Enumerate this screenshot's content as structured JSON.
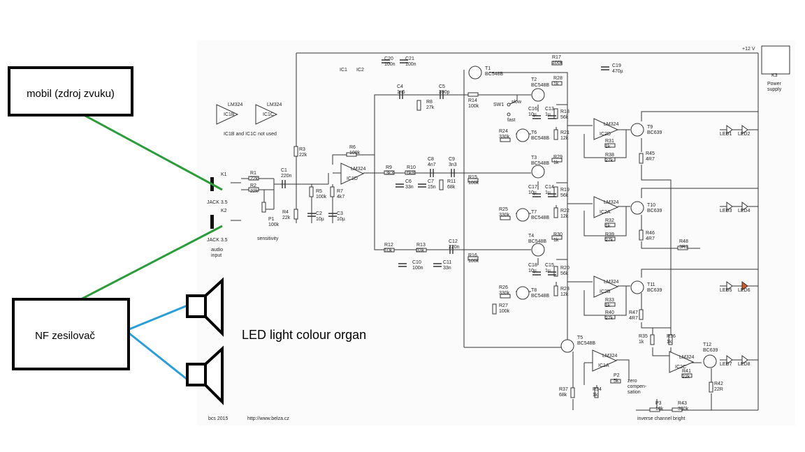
{
  "annotations": {
    "source_box": "mobil (zdroj zvuku)",
    "amp_box": "NF zesilovač",
    "caption": "LED light colour organ",
    "wire_green": "#2a9d3a",
    "wire_blue": "#2a9ed8"
  },
  "schematic": {
    "footer_left": "bcs 2015",
    "footer_url": "http://www.belza.cz",
    "supply": "+12 V",
    "power_supply": [
      "Power",
      "supply"
    ],
    "k3": "K3",
    "unused_note": "IC1B and IC1C not used",
    "audio_input": [
      "audio",
      "input"
    ],
    "jack1": "JACK 3.5",
    "jack2": "JACK 3.5",
    "sensitivity": "sensitivity",
    "sw_slow": "slow",
    "sw_fast": "fast",
    "sw1": "SW1",
    "zero_comp": [
      "zero",
      "compen-",
      "sation"
    ],
    "inverse": "inverse channel bright",
    "leds": [
      "LED1",
      "LED2",
      "LED3",
      "LED4",
      "LED5",
      "LED6",
      "LED7",
      "LED8"
    ],
    "opamps": [
      {
        "name": "IC1B",
        "type": "LM324"
      },
      {
        "name": "IC1C",
        "type": "LM324"
      },
      {
        "name": "IC1D",
        "type": "LM324"
      },
      {
        "name": "IC2D",
        "type": "LM324"
      },
      {
        "name": "IC2A",
        "type": "LM324"
      },
      {
        "name": "IC2B",
        "type": "LM324"
      },
      {
        "name": "IC1A",
        "type": "LM324"
      },
      {
        "name": "IC2C",
        "type": "LM324"
      }
    ],
    "transistors": [
      {
        "name": "T1",
        "type": "BC548B"
      },
      {
        "name": "T2",
        "type": "BC548B"
      },
      {
        "name": "T6",
        "type": "BC548B"
      },
      {
        "name": "T3",
        "type": "BC548B"
      },
      {
        "name": "T7",
        "type": "BC548B"
      },
      {
        "name": "T4",
        "type": "BC548B"
      },
      {
        "name": "T8",
        "type": "BC548B"
      },
      {
        "name": "T5",
        "type": "BC548B"
      },
      {
        "name": "T9",
        "type": "BC639"
      },
      {
        "name": "T10",
        "type": "BC639"
      },
      {
        "name": "T11",
        "type": "BC639"
      },
      {
        "name": "T12",
        "type": "BC639"
      }
    ],
    "components": [
      [
        "K1",
        ""
      ],
      [
        "K2",
        ""
      ],
      [
        "R1",
        "22k"
      ],
      [
        "R2",
        "22k"
      ],
      [
        "P1",
        "100k"
      ],
      [
        "C1",
        "220n"
      ],
      [
        "R3",
        "22k"
      ],
      [
        "R4",
        "22k"
      ],
      [
        "R5",
        "100k"
      ],
      [
        "C2",
        "10µ"
      ],
      [
        "R7",
        "4k7"
      ],
      [
        "C3",
        "10µ"
      ],
      [
        "R6",
        "100k"
      ],
      [
        "C4",
        "1n5"
      ],
      [
        "C5",
        "390p"
      ],
      [
        "R8",
        "27k"
      ],
      [
        "R14",
        "100k"
      ],
      [
        "R9",
        "3k3"
      ],
      [
        "R10",
        "6k8"
      ],
      [
        "C8",
        "4n7"
      ],
      [
        "C9",
        "3n3"
      ],
      [
        "C6",
        "33n"
      ],
      [
        "C7",
        "15n"
      ],
      [
        "R11",
        "68k"
      ],
      [
        "R15",
        "100k"
      ],
      [
        "R12",
        "10k"
      ],
      [
        "R13",
        "33k"
      ],
      [
        "C12",
        "220n"
      ],
      [
        "C10",
        "100n"
      ],
      [
        "C11",
        "33n"
      ],
      [
        "R16",
        "100k"
      ],
      [
        "IC1",
        ""
      ],
      [
        "IC2",
        ""
      ],
      [
        "C20",
        "100n"
      ],
      [
        "C21",
        "100n"
      ],
      [
        "R17",
        "100k"
      ],
      [
        "R28",
        "1k"
      ],
      [
        "C19",
        "470µ"
      ],
      [
        "C16",
        "10µ"
      ],
      [
        "C13",
        "1µ"
      ],
      [
        "R18",
        "56k"
      ],
      [
        "R24",
        "330k"
      ],
      [
        "R21",
        "12k"
      ],
      [
        "R29",
        "1k"
      ],
      [
        "C17",
        "10µ"
      ],
      [
        "C14",
        "1µ"
      ],
      [
        "R19",
        "56k"
      ],
      [
        "R25",
        "330k"
      ],
      [
        "R22",
        "12k"
      ],
      [
        "R30",
        "1k"
      ],
      [
        "C18",
        "10µ"
      ],
      [
        "C15",
        "1µ"
      ],
      [
        "R20",
        "56k"
      ],
      [
        "R26",
        "330k"
      ],
      [
        "R23",
        "12k"
      ],
      [
        "R27",
        "100k"
      ],
      [
        "R31",
        "1k"
      ],
      [
        "R38",
        "27k"
      ],
      [
        "R45",
        "4R7"
      ],
      [
        "R32",
        "1k"
      ],
      [
        "R39",
        "27k"
      ],
      [
        "R46",
        "4R7"
      ],
      [
        "R48",
        "3R3"
      ],
      [
        "R33",
        "1k"
      ],
      [
        "R40",
        "27k"
      ],
      [
        "R47",
        "4R7"
      ],
      [
        "R35",
        "1k"
      ],
      [
        "R36",
        "1k"
      ],
      [
        "R41",
        "22k"
      ],
      [
        "R42",
        "22R"
      ],
      [
        "P2",
        "5k"
      ],
      [
        "R37",
        "68k"
      ],
      [
        "R34",
        "1k"
      ],
      [
        "P3",
        "10k"
      ],
      [
        "R43",
        "330k"
      ]
    ]
  }
}
